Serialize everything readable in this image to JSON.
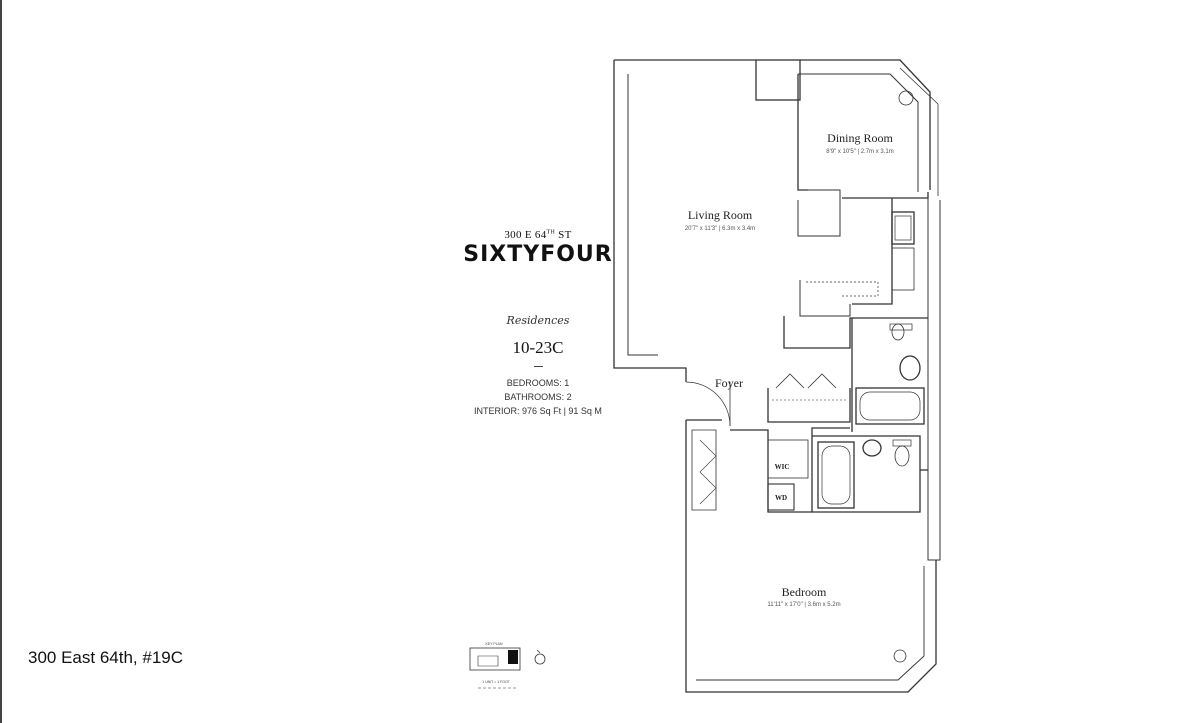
{
  "caption": "300 East 64th, #19C",
  "building": {
    "address_main": "300 E 64",
    "address_sup": "TH",
    "address_tail": " ST",
    "name": "SIXTYFOUR"
  },
  "residence": {
    "script_label": "Residences",
    "unit": "10-23C",
    "bedrooms": "BEDROOMS: 1",
    "bathrooms": "BATHROOMS: 2",
    "interior": "INTERIOR: 976 Sq Ft | 91 Sq M"
  },
  "rooms": {
    "dining": {
      "name": "Dining Room",
      "dims": "8'9\" x 10'5\" | 2.7m x 3.1m"
    },
    "living": {
      "name": "Living Room",
      "dims": "20'7\" x 11'3\" | 6.3m x 3.4m"
    },
    "foyer": {
      "name": "Foyer"
    },
    "wic": {
      "name": "WIC"
    },
    "wd": {
      "name": "WD"
    },
    "bedroom": {
      "name": "Bedroom",
      "dims": "11'11\" x 17'0\" | 3.6m x 5.2m"
    }
  },
  "key_plan": {
    "title": "KEY PLAN",
    "scale": "1 UNIT = 1 FOOT"
  }
}
